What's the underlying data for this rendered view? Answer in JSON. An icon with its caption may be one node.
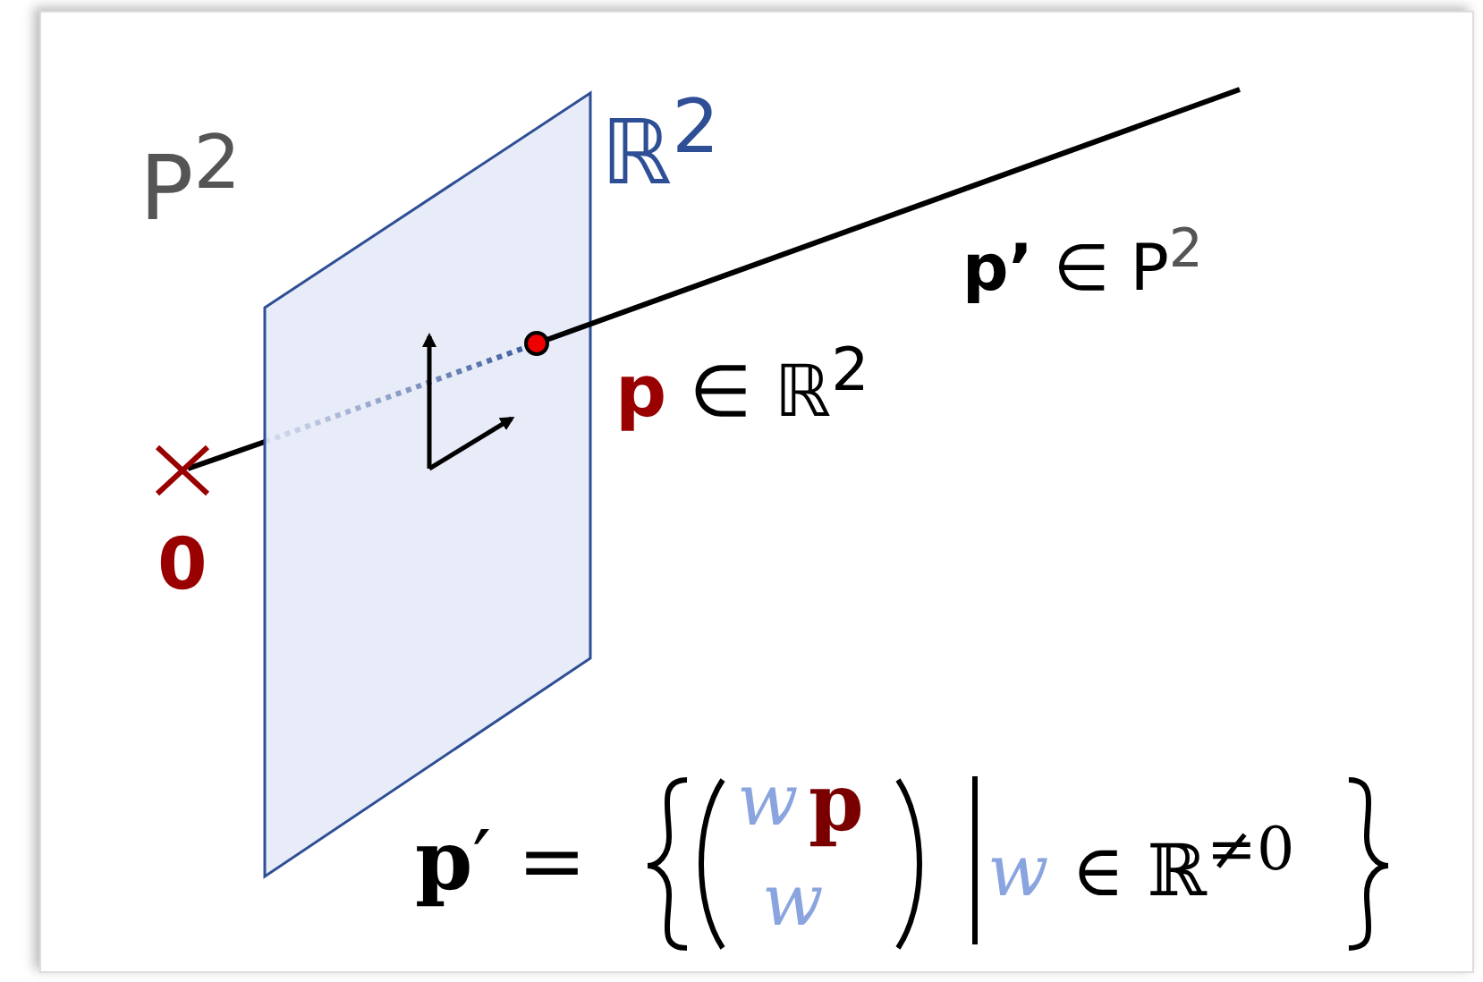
{
  "diagram": {
    "labels": [
      "P$^{2}$",
      "ℝ$^{2}$",
      "**p’** ∈ P$^{2}$",
      "**p** ∈ ℝ$^{2}$",
      "0",
      "**p**′ =",
      "w",
      "p",
      "w",
      "*w* ∈ ℝ$^{≠0}$"
    ]
  }
}
